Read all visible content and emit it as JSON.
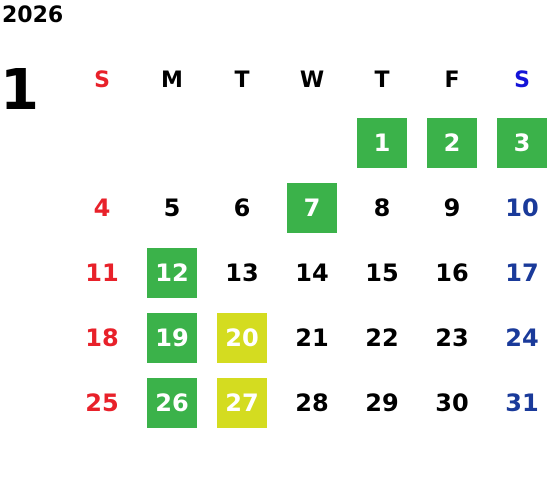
{
  "year": "2026",
  "month": "1",
  "colors": {
    "sunday": "#e8212a",
    "saturday_header": "#1414d8",
    "saturday": "#1a3a9a",
    "weekday": "#000000",
    "highlight_green": "#3bb24a",
    "highlight_yellow": "#d4dc20"
  },
  "weekdays": [
    "S",
    "M",
    "T",
    "W",
    "T",
    "F",
    "S"
  ],
  "days": [
    {
      "day": "1",
      "hl": "green"
    },
    {
      "day": "2",
      "hl": "green"
    },
    {
      "day": "3",
      "hl": "green"
    },
    {
      "day": "4",
      "hl": ""
    },
    {
      "day": "5",
      "hl": ""
    },
    {
      "day": "6",
      "hl": ""
    },
    {
      "day": "7",
      "hl": "green"
    },
    {
      "day": "8",
      "hl": ""
    },
    {
      "day": "9",
      "hl": ""
    },
    {
      "day": "10",
      "hl": ""
    },
    {
      "day": "11",
      "hl": ""
    },
    {
      "day": "12",
      "hl": "green"
    },
    {
      "day": "13",
      "hl": ""
    },
    {
      "day": "14",
      "hl": ""
    },
    {
      "day": "15",
      "hl": ""
    },
    {
      "day": "16",
      "hl": ""
    },
    {
      "day": "17",
      "hl": ""
    },
    {
      "day": "18",
      "hl": ""
    },
    {
      "day": "19",
      "hl": "green"
    },
    {
      "day": "20",
      "hl": "yellow"
    },
    {
      "day": "21",
      "hl": ""
    },
    {
      "day": "22",
      "hl": ""
    },
    {
      "day": "23",
      "hl": ""
    },
    {
      "day": "24",
      "hl": ""
    },
    {
      "day": "25",
      "hl": ""
    },
    {
      "day": "26",
      "hl": "green"
    },
    {
      "day": "27",
      "hl": "yellow"
    },
    {
      "day": "28",
      "hl": ""
    },
    {
      "day": "29",
      "hl": ""
    },
    {
      "day": "30",
      "hl": ""
    },
    {
      "day": "31",
      "hl": ""
    }
  ]
}
